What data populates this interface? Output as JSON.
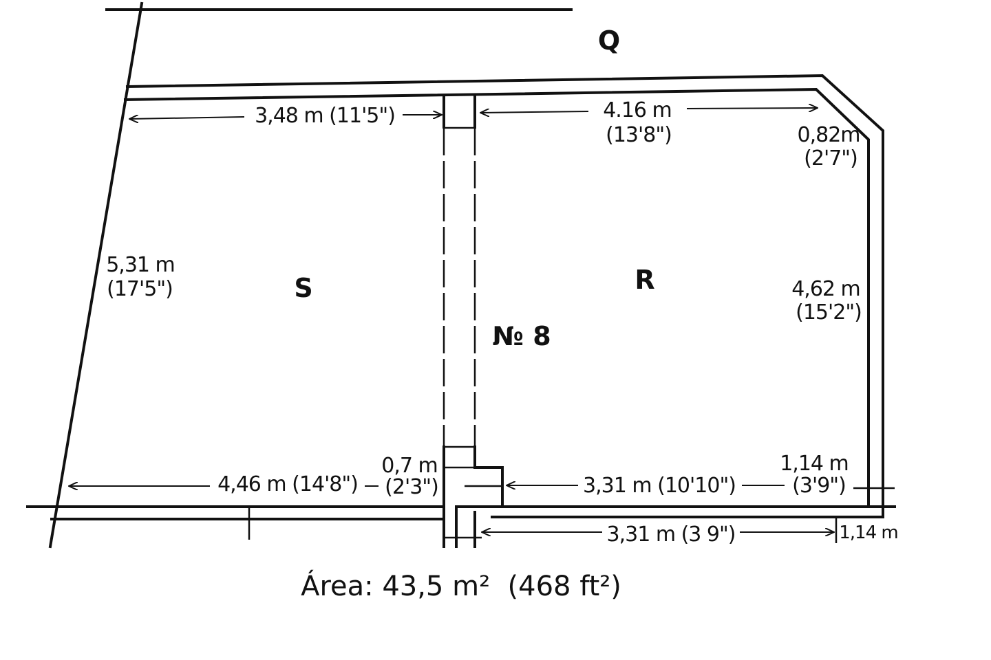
{
  "plan": {
    "unit_number": "№ 8",
    "rooms": {
      "q": "Q",
      "r": "R",
      "s": "S"
    },
    "dimensions": {
      "top_left": "3,48 m (11'5\")",
      "top_right_m": "4.16 m",
      "top_right_ft": "(13'8\")",
      "corner_m": "0,82m",
      "corner_ft": "(2'7\")",
      "left_m": "5,31 m",
      "left_ft": "(17'5\")",
      "right_m": "4,62 m",
      "right_ft": "(15'2\")",
      "bottom_left": "4,46 m (14'8\")",
      "door_m": "0,7 m",
      "door_ft": "(2'3\")",
      "bottom_right": "3,31 m (10'10\")",
      "bottom_corner_m": "1,14 m",
      "bottom_corner_ft": "(3'9\")",
      "outer_bottom": "3,31 m (3 9\")",
      "outer_corner": "1,14 m"
    },
    "area": "Área: 43,5 m²  (468 ft²)"
  }
}
